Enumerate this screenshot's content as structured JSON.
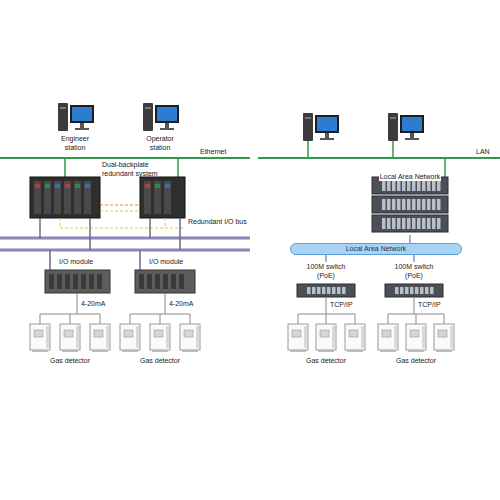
{
  "diagram": {
    "nodes": [
      {
        "text": [
          "Engineer station"
        ]
      },
      {
        "text": [
          "Operator station"
        ]
      },
      {
        "text": [
          "I/O module"
        ]
      },
      {
        "text": [
          "I/O module"
        ]
      },
      {
        "text": [
          "Local Area Network"
        ]
      },
      {
        "text": [
          "Local Area Network"
        ]
      },
      {
        "text": [
          "100M switch (PoE)"
        ]
      },
      {
        "text": [
          "100M switch (PoE)"
        ]
      }
    ],
    "edges": [
      {
        "from": 4,
        "to": 5,
        "arrow": "none"
      },
      {
        "from": 5,
        "to": 6,
        "arrow": "none"
      },
      {
        "from": 5,
        "to": 7,
        "arrow": "none"
      }
    ],
    "labels": [
      "Ethernet",
      "Dual-backplate redundant system",
      "Redundant I/O bus",
      "4-20mA",
      "4-20mA",
      "Gas detector",
      "Gas detector",
      "LAN",
      "TCP/IP",
      "TCP/IP",
      "Gas detector",
      "Gas detector"
    ]
  }
}
